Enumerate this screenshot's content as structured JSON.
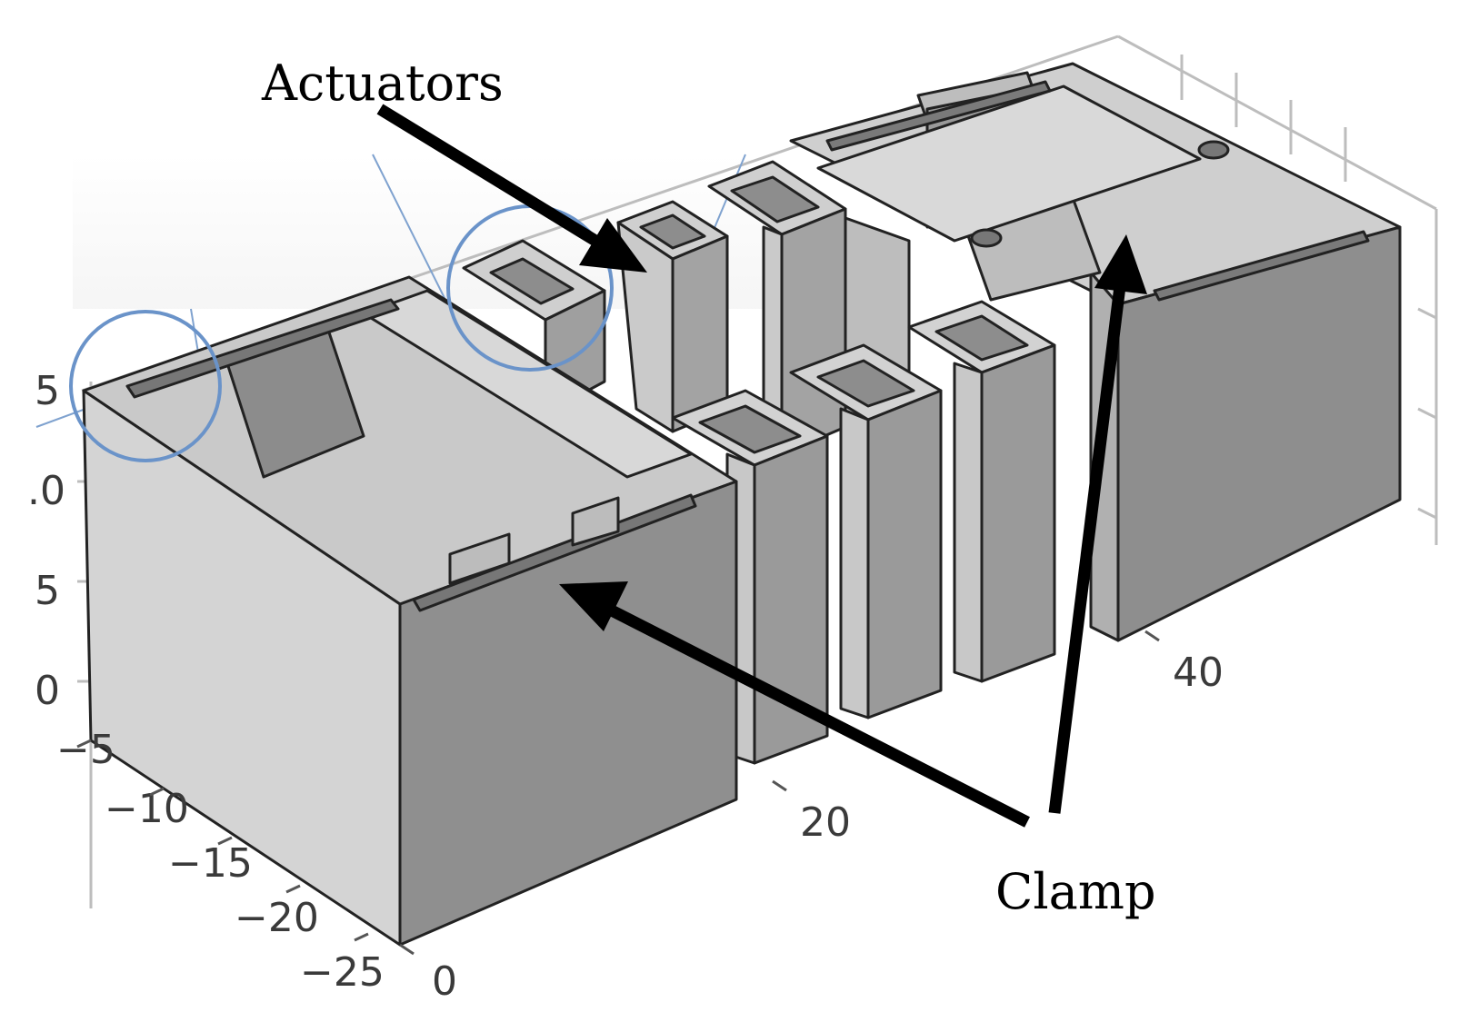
{
  "figure": {
    "annotations": {
      "actuators_label": "Actuators",
      "clamp_label": "Clamp"
    },
    "axes": {
      "vertical_ticks": [
        "5",
        ".0",
        "5",
        "0"
      ],
      "depth_ticks": [
        "−5",
        "−10",
        "−15",
        "−20",
        "−25"
      ],
      "width_ticks": [
        "0",
        "20",
        "40"
      ]
    },
    "colors": {
      "face_light": "#d6d6d6",
      "face_top": "#c9c9c9",
      "face_dark": "#8e8e8e",
      "face_mid": "#a9a9a9",
      "edge": "#222222",
      "highlight_circle": "#6a93c9",
      "arrow": "#000000"
    }
  }
}
